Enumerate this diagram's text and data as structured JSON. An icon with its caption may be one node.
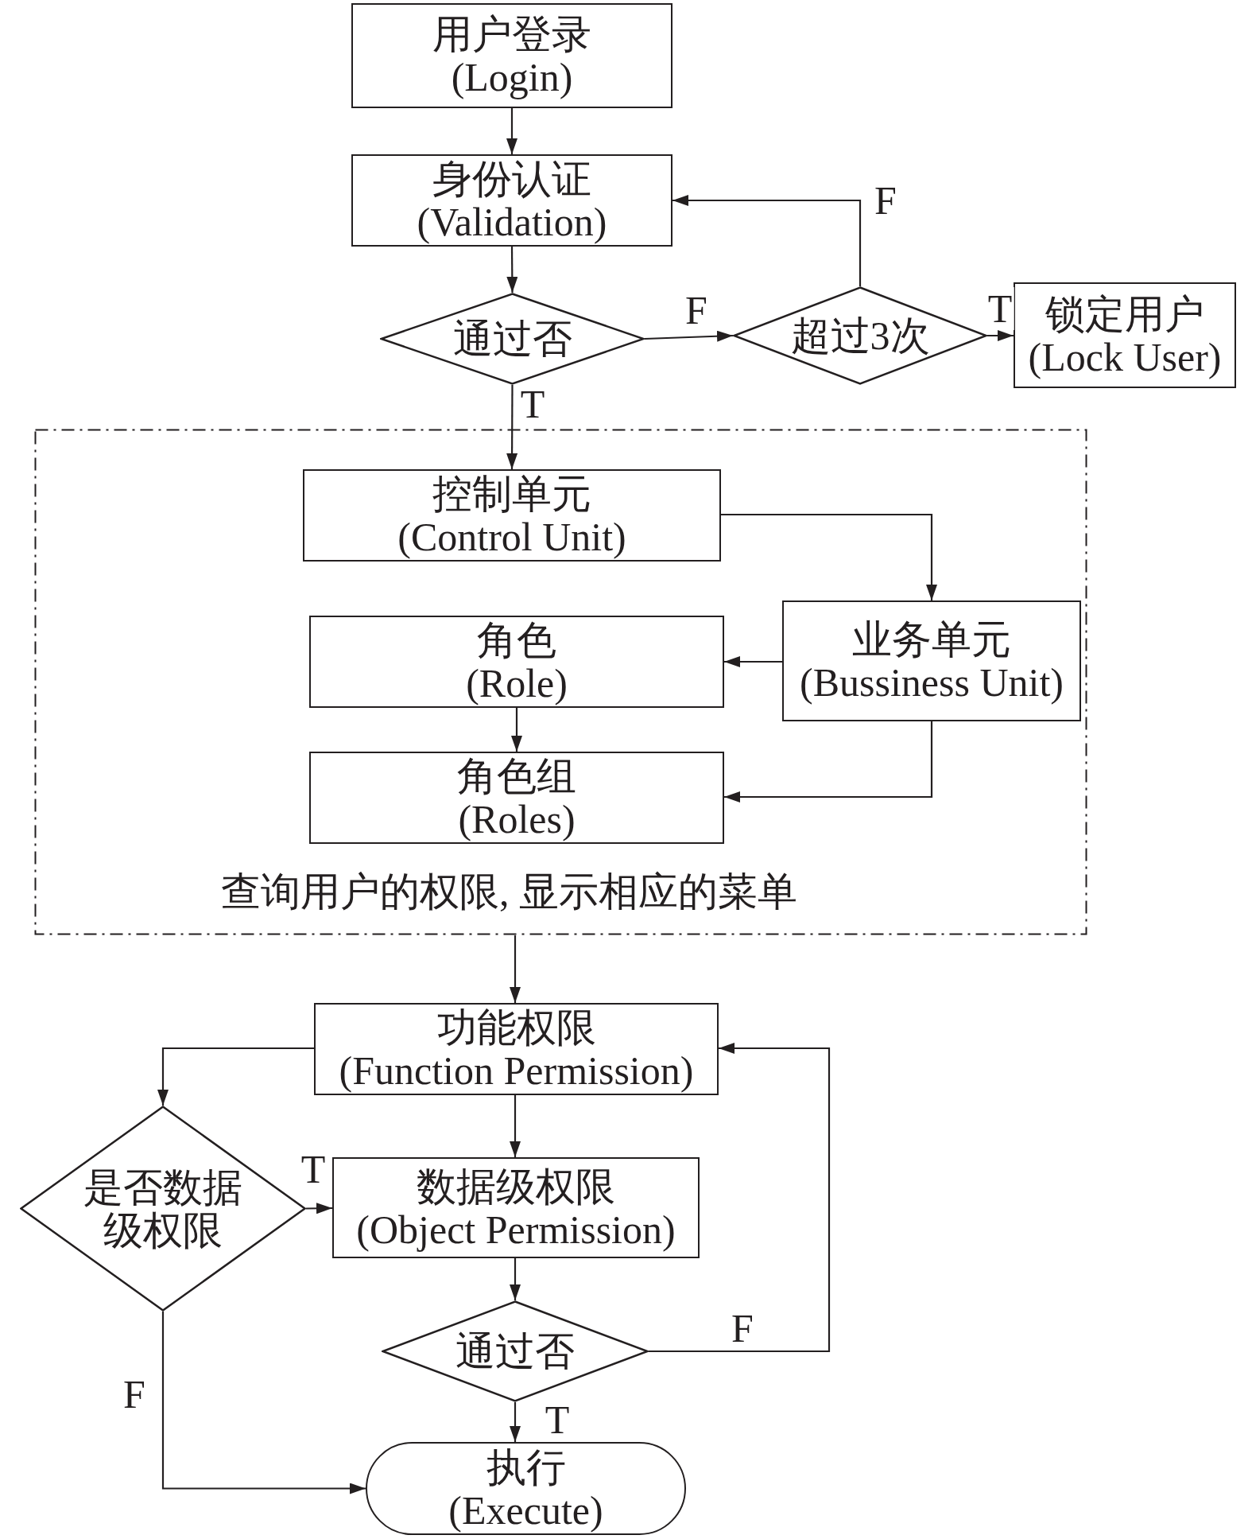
{
  "diagram": {
    "nodes": [
      {
        "text": [
          "用户登录",
          "(Login)"
        ]
      },
      {
        "text": [
          "身份认证",
          "(Validation)"
        ]
      },
      {
        "text": [
          "通过否"
        ]
      },
      {
        "text": [
          "超过3次"
        ]
      },
      {
        "text": [
          "锁定用户",
          "(Lock User)"
        ]
      },
      {
        "text": [
          "查询用户的权限, 显示相应的菜单"
        ]
      },
      {
        "text": [
          "控制单元",
          "(Control Unit)"
        ],
        "in": 5
      },
      {
        "text": [
          "业务单元",
          "(Bussiness Unit)"
        ],
        "in": 5
      },
      {
        "text": [
          "角色",
          "(Role)"
        ],
        "in": 5
      },
      {
        "text": [
          "角色组",
          "(Roles)"
        ],
        "in": 5
      },
      {
        "text": [
          "功能权限",
          "(Function Permission)"
        ]
      },
      {
        "text": [
          "是否数据级权限"
        ]
      },
      {
        "text": [
          "数据级权限",
          "(Object Permission)"
        ]
      },
      {
        "text": [
          "通过否"
        ]
      },
      {
        "text": [
          "执行",
          "(Execute)"
        ]
      }
    ],
    "edges": [
      {
        "from": 0,
        "to": 1,
        "arrow": "to"
      },
      {
        "from": 1,
        "to": 2,
        "arrow": "to"
      },
      {
        "from": 2,
        "to": 3,
        "arrow": "to",
        "label": "F"
      },
      {
        "from": 3,
        "to": 1,
        "arrow": "to",
        "label": "F"
      },
      {
        "from": 3,
        "to": 4,
        "arrow": "to",
        "label": "T"
      },
      {
        "from": 2,
        "to": 6,
        "arrow": "to",
        "label": "T"
      },
      {
        "from": 6,
        "to": 7,
        "arrow": "to"
      },
      {
        "from": 7,
        "to": 8,
        "arrow": "to"
      },
      {
        "from": 8,
        "to": 9,
        "arrow": "to"
      },
      {
        "from": 7,
        "to": 9,
        "arrow": "to"
      },
      {
        "from": 5,
        "to": 10,
        "arrow": "to"
      },
      {
        "from": 10,
        "to": 11,
        "arrow": "to"
      },
      {
        "from": 10,
        "to": 12,
        "arrow": "to"
      },
      {
        "from": 11,
        "to": 12,
        "arrow": "to",
        "label": "T"
      },
      {
        "from": 11,
        "to": 14,
        "arrow": "to",
        "label": "F"
      },
      {
        "from": 12,
        "to": 13,
        "arrow": "to"
      },
      {
        "from": 13,
        "to": 10,
        "arrow": "to",
        "label": "F"
      },
      {
        "from": 13,
        "to": 14,
        "arrow": "to",
        "label": "T"
      }
    ]
  }
}
